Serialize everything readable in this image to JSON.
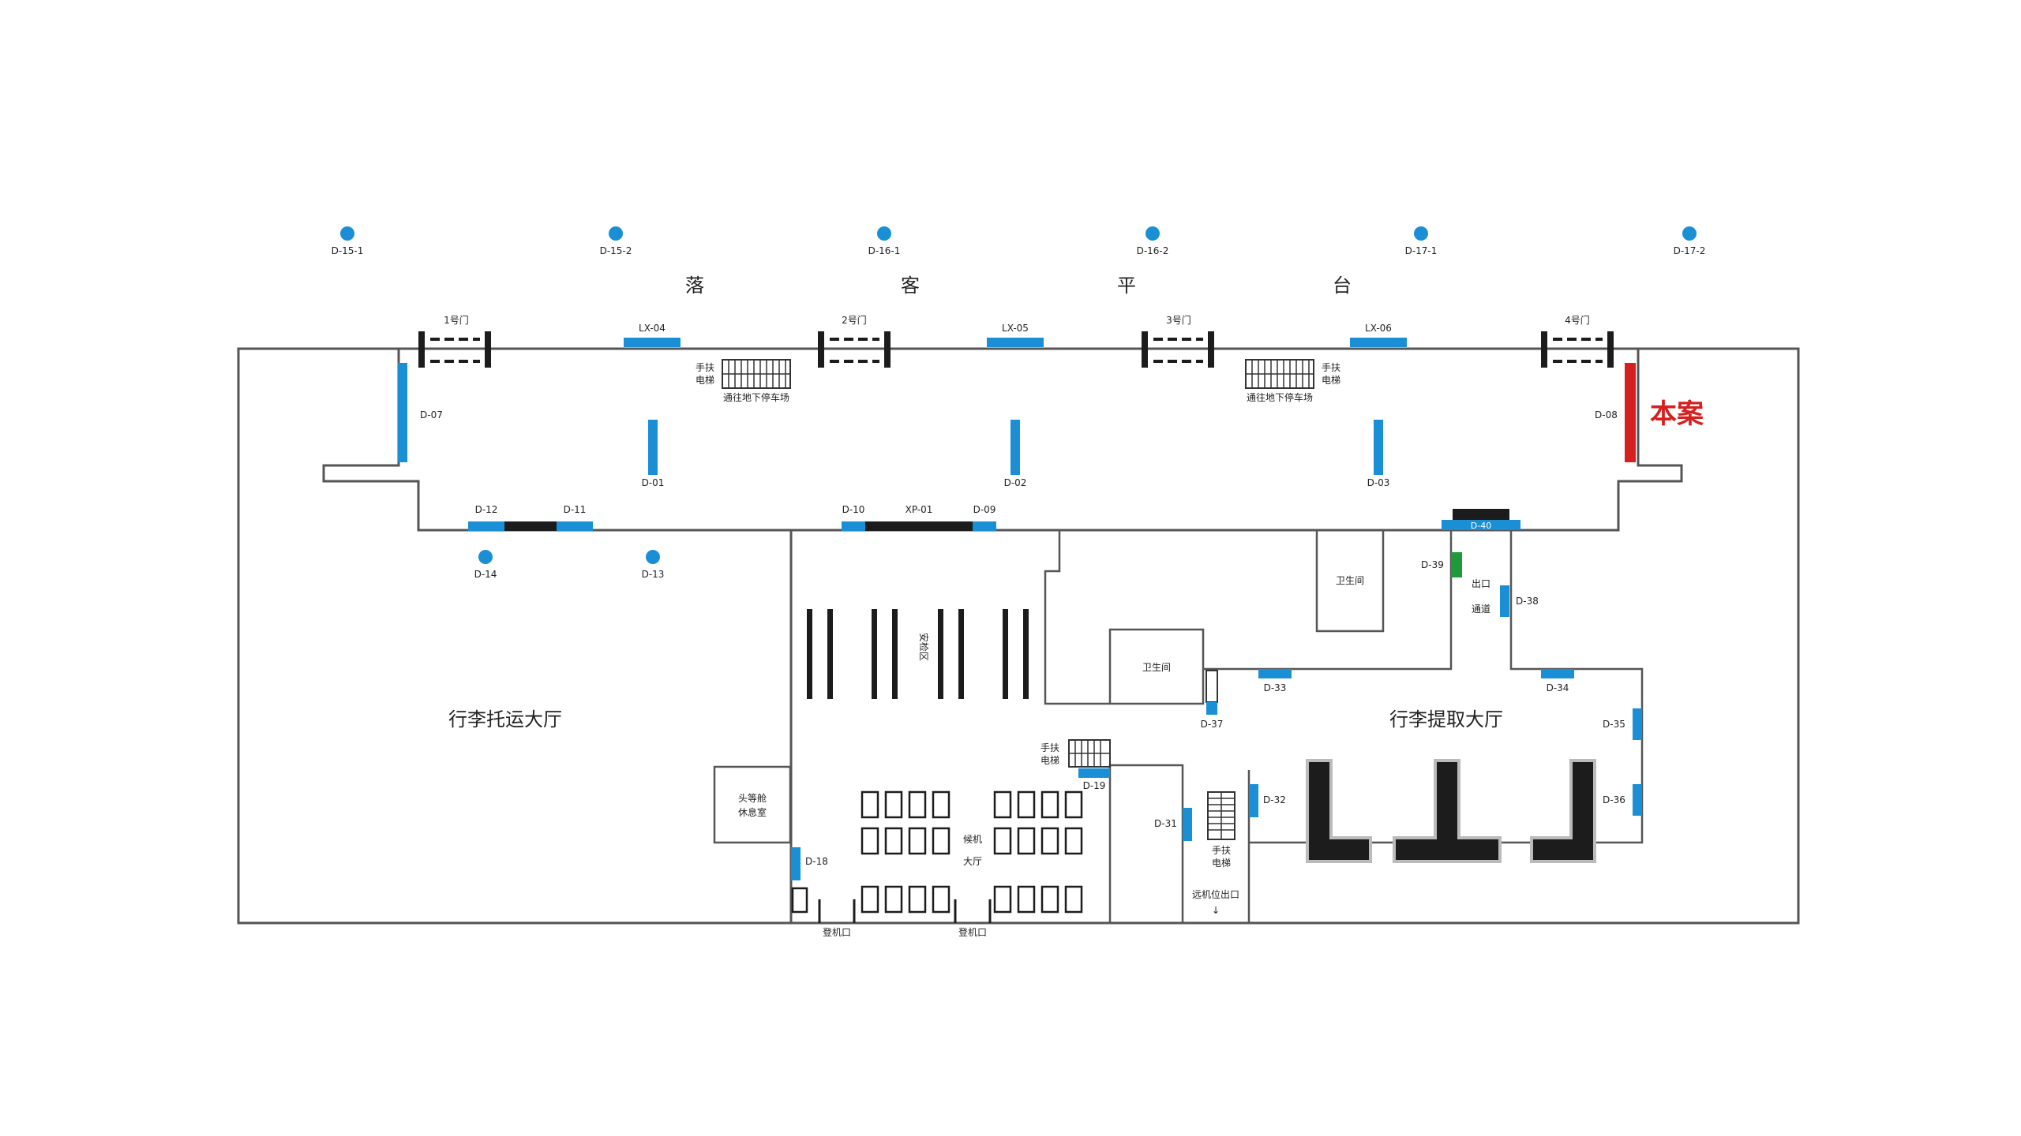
{
  "platform_label": [
    "落",
    "客",
    "平",
    "台"
  ],
  "gates": [
    "1号门",
    "2号门",
    "3号门",
    "4号门"
  ],
  "points": [
    "D-15-1",
    "D-15-2",
    "D-16-1",
    "D-16-2",
    "D-17-1",
    "D-17-2",
    "D-14",
    "D-13"
  ],
  "signs": {
    "lx04": "LX-04",
    "lx05": "LX-05",
    "lx06": "LX-06",
    "d07": "D-07",
    "d08": "D-08",
    "d01": "D-01",
    "d02": "D-02",
    "d03": "D-03",
    "d12": "D-12",
    "d11": "D-11",
    "d10": "D-10",
    "xp01": "XP-01",
    "d09": "D-09",
    "d40": "D-40",
    "d39": "D-39",
    "d38": "D-38",
    "d33": "D-33",
    "d34": "D-34",
    "d35": "D-35",
    "d36": "D-36",
    "d37": "D-37",
    "d32": "D-32",
    "d31": "D-31",
    "d19": "D-19",
    "d18": "D-18"
  },
  "highlight": {
    "label": "本案",
    "color": "#d62020"
  },
  "escalators": {
    "left_label1": "手扶",
    "left_label2": "电梯",
    "left_caption": "通往地下停车场",
    "right_label1": "手扶",
    "right_label2": "电梯",
    "right_caption": "通往地下停车场",
    "mid_label1": "手扶",
    "mid_label2": "电梯",
    "low_label1": "手扶",
    "low_label2": "电梯"
  },
  "rooms": {
    "checkin_hall": "行李托运大厅",
    "baggage_claim": "行李提取大厅",
    "security": "安检区",
    "waiting_hall1": "候机",
    "waiting_hall2": "大厅",
    "vip_room1": "头等舱",
    "vip_room2": "休息室",
    "restroom_upper": "卫生间",
    "restroom_lower": "卫生间",
    "exit_passage1": "出口",
    "exit_passage2": "通道",
    "arrival_exit": "远机位出口",
    "boarding_gate_1": "登机口",
    "boarding_gate_2": "登机口"
  },
  "colors": {
    "blue": "#1a8fd6",
    "green": "#1f9a3a",
    "red": "#d62020",
    "black": "#1c1c1c"
  }
}
